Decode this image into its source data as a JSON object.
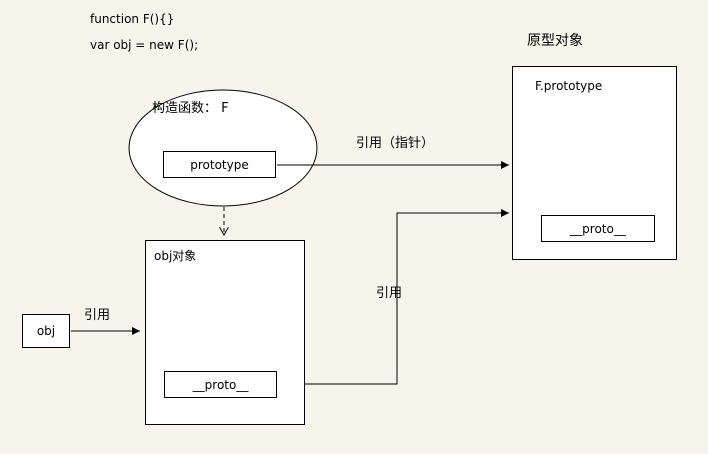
{
  "colors": {
    "background": "#f7f4ec",
    "shape_fill": "#ffffff",
    "line": "#000000"
  },
  "code": {
    "line1": "function F(){}",
    "line2": "var obj = new F();"
  },
  "prototype_object": {
    "title": "原型对象",
    "name": "F.prototype",
    "proto_label": "__proto__"
  },
  "constructor_fn": {
    "label": "构造函数： F",
    "prototype_label": "prototype"
  },
  "obj_object": {
    "label": "obj对象",
    "proto_label": "__proto__"
  },
  "obj_var": {
    "label": "obj"
  },
  "edges": {
    "pointer": "引用（指针）",
    "obj_ref": "引用",
    "proto_ref": "引用"
  }
}
